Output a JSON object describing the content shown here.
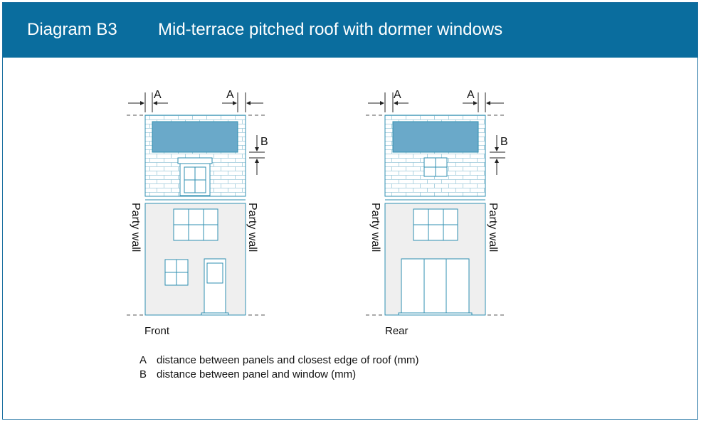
{
  "header": {
    "number": "Diagram B3",
    "title": "Mid-terrace pitched roof with dormer windows"
  },
  "diagram": {
    "label_a": "A",
    "label_b": "B",
    "party_wall": "Party wall",
    "front_label": "Front",
    "rear_label": "Rear"
  },
  "legend": [
    {
      "key": "A",
      "text": "distance between panels and closest edge of roof (mm)"
    },
    {
      "key": "B",
      "text": "distance between panel and window (mm)"
    }
  ],
  "colors": {
    "header_bg": "#0a6d9e",
    "panel": "#6aa9c9",
    "wall": "#efefef",
    "line": "#2f8fb0"
  }
}
